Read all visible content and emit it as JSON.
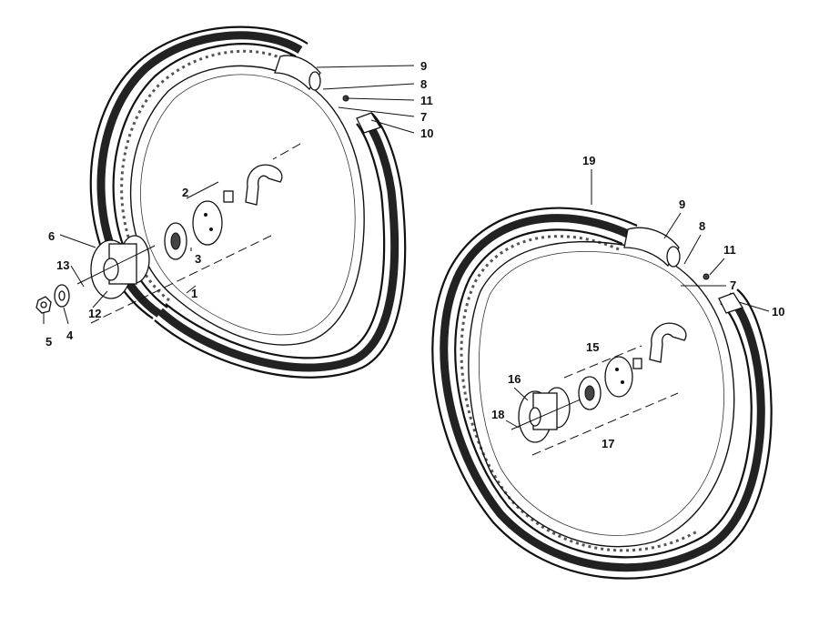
{
  "diagram": {
    "wheel_front": {
      "callouts": [
        "9",
        "8",
        "11",
        "7",
        "10",
        "2",
        "6",
        "3",
        "13",
        "1",
        "12",
        "5",
        "4"
      ]
    },
    "wheel_rear": {
      "callouts": [
        "19",
        "9",
        "8",
        "11",
        "7",
        "10",
        "15",
        "16",
        "18",
        "17"
      ]
    }
  },
  "colors": {
    "ink": "#111111",
    "paper": "#ffffff"
  }
}
